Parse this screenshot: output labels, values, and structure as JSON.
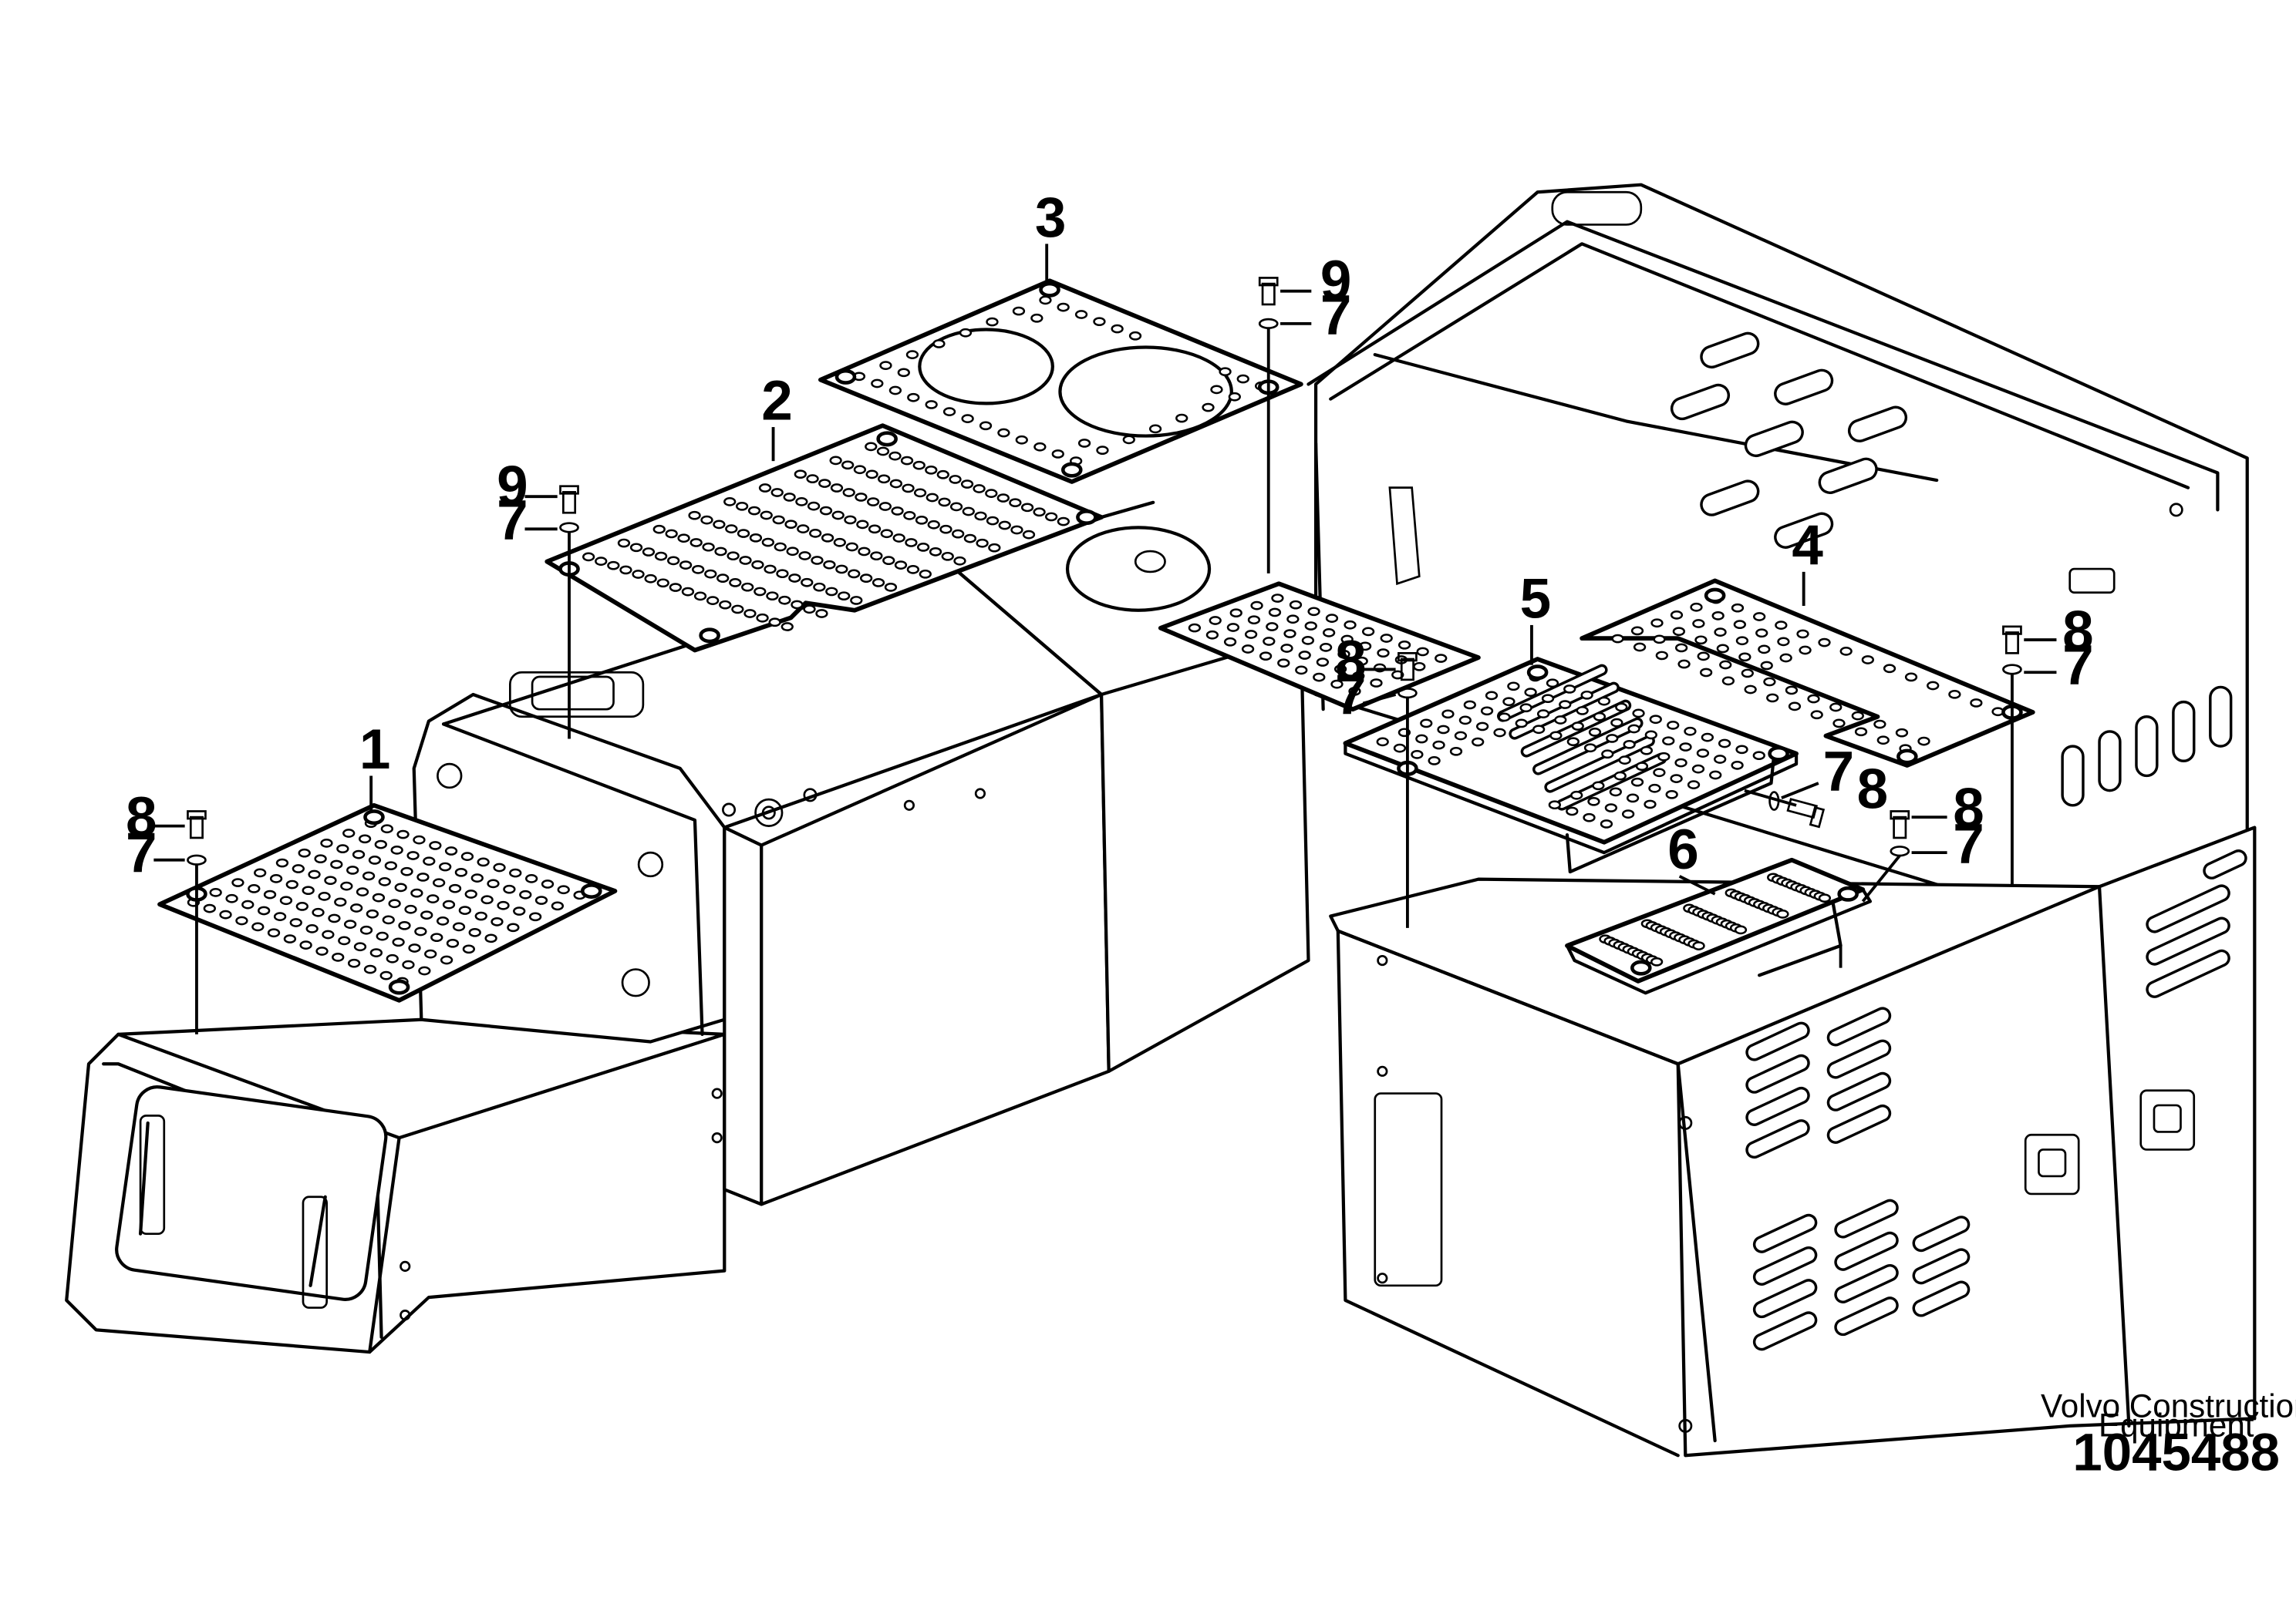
{
  "drawing": {
    "callouts": {
      "c1": "1",
      "c2": "2",
      "c3": "3",
      "c4": "4",
      "c5": "5",
      "c6": "6",
      "c7a": "7",
      "c7b": "7",
      "c7c": "7",
      "c7d": "7",
      "c7e": "7",
      "c7f": "7",
      "c7g": "7",
      "c8a": "8",
      "c8b": "8",
      "c8c": "8",
      "c8d": "8",
      "c8e": "8",
      "c9a": "9",
      "c9b": "9"
    },
    "caption_line1": "Volvo Construction",
    "caption_line2": "Equipment",
    "document_number": "1045488"
  }
}
